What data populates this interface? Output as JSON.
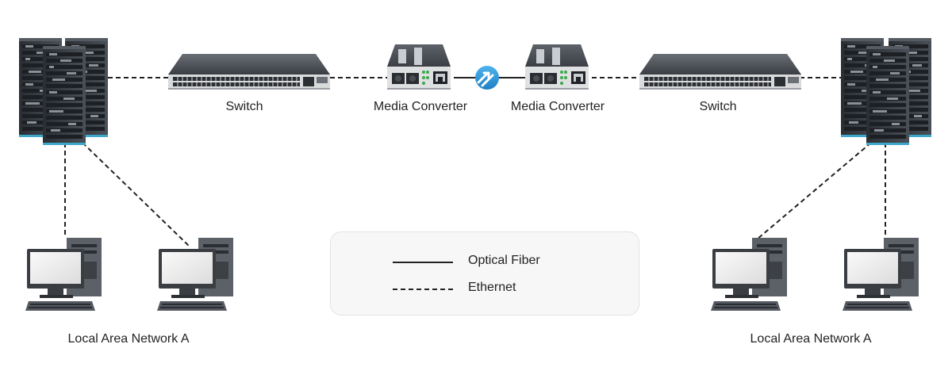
{
  "labels": {
    "switch_left": "Switch",
    "mc_left": "Media Converter",
    "mc_right": "Media Converter",
    "switch_right": "Switch",
    "lan_left": "Local Area Network A",
    "lan_right": "Local Area Network A"
  },
  "legend": {
    "solid": "Optical Fiber",
    "dashed": "Ethernet"
  },
  "colors": {
    "server_accent": "#3fa7c9",
    "arrow_icon": "#2d8fd0"
  }
}
